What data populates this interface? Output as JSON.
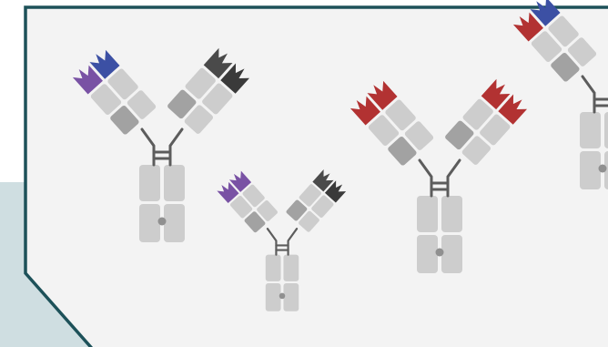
{
  "colors": {
    "background": "#ffffff",
    "panel": "#f3f3f3",
    "frame": "#1d5159",
    "accent_block": "#cfdee1",
    "constant_light": "#cdcdcd",
    "constant_dark": "#a2a2a2",
    "hinge": "#5c5c5c",
    "fc_dot": "#909090"
  },
  "antibodies": [
    {
      "role": "large bispecific antibody",
      "left_arm": {
        "tip_outer": "#7952a4",
        "tip_inner": "#3c50a4"
      },
      "right_arm": {
        "tip_outer": "#4a4a4a",
        "tip_inner": "#3a3a3a"
      }
    },
    {
      "role": "small bispecific antibody",
      "left_arm": {
        "tip_outer": "#7952a4",
        "tip_inner": "#7952a4"
      },
      "right_arm": {
        "tip_outer": "#4a4a4a",
        "tip_inner": "#3a3a3a"
      }
    },
    {
      "role": "monospecific antibody",
      "left_arm": {
        "tip_outer": "#b23232",
        "tip_inner": "#b23232"
      },
      "right_arm": {
        "tip_outer": "#b23232",
        "tip_inner": "#b23232"
      }
    },
    {
      "role": "partially visible antibody",
      "left_arm": {
        "tip_outer": "#b23232",
        "tip_inner": "#3c50a4"
      },
      "right_arm": {
        "tip_outer": "#b23232",
        "tip_inner": "#3c50a4"
      }
    }
  ]
}
